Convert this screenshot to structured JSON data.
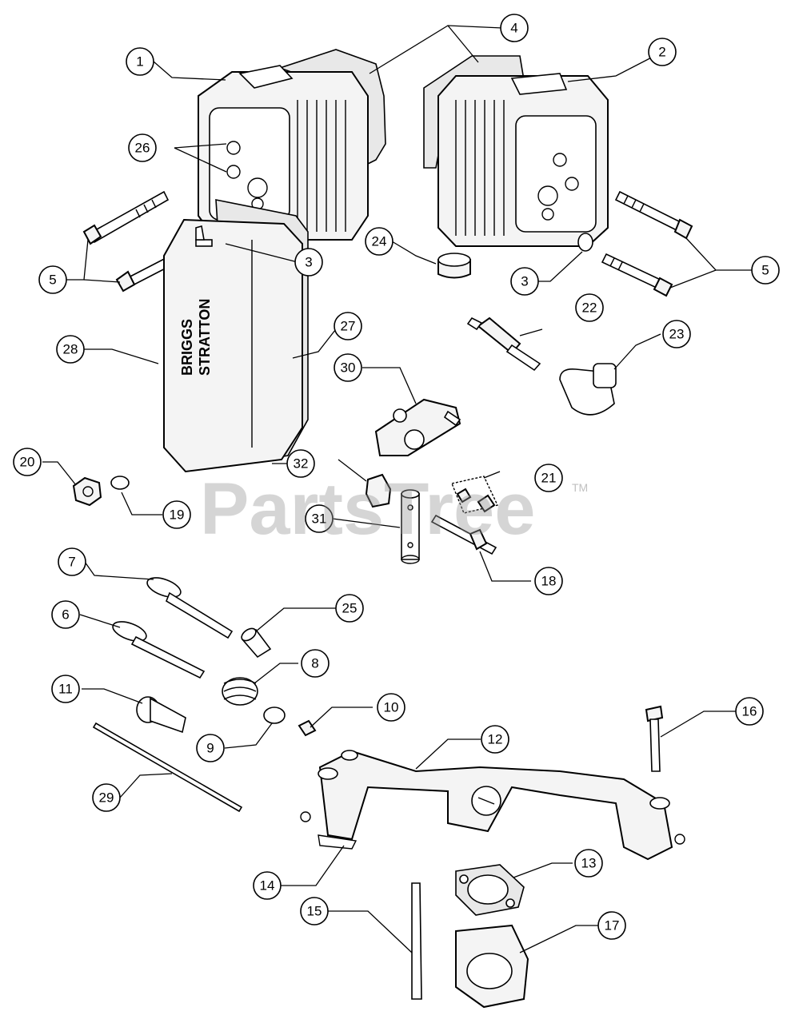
{
  "watermark": {
    "text": "PartsTree",
    "tm": "TM"
  },
  "cover_brand": {
    "line1": "BRIGGS",
    "line2": "STRATTON"
  },
  "callouts": [
    {
      "id": "c1",
      "label": "1"
    },
    {
      "id": "c2",
      "label": "2"
    },
    {
      "id": "c3a",
      "label": "3"
    },
    {
      "id": "c3b",
      "label": "3"
    },
    {
      "id": "c4",
      "label": "4"
    },
    {
      "id": "c5a",
      "label": "5"
    },
    {
      "id": "c5b",
      "label": "5"
    },
    {
      "id": "c6",
      "label": "6"
    },
    {
      "id": "c7",
      "label": "7"
    },
    {
      "id": "c8",
      "label": "8"
    },
    {
      "id": "c9",
      "label": "9"
    },
    {
      "id": "c10",
      "label": "10"
    },
    {
      "id": "c11",
      "label": "11"
    },
    {
      "id": "c12",
      "label": "12"
    },
    {
      "id": "c13",
      "label": "13"
    },
    {
      "id": "c14",
      "label": "14"
    },
    {
      "id": "c15",
      "label": "15"
    },
    {
      "id": "c16",
      "label": "16"
    },
    {
      "id": "c17",
      "label": "17"
    },
    {
      "id": "c18",
      "label": "18"
    },
    {
      "id": "c19",
      "label": "19"
    },
    {
      "id": "c20",
      "label": "20"
    },
    {
      "id": "c21",
      "label": "21"
    },
    {
      "id": "c22",
      "label": "22"
    },
    {
      "id": "c23",
      "label": "23"
    },
    {
      "id": "c24",
      "label": "24"
    },
    {
      "id": "c25",
      "label": "25"
    },
    {
      "id": "c26",
      "label": "26"
    },
    {
      "id": "c27",
      "label": "27"
    },
    {
      "id": "c28",
      "label": "28"
    },
    {
      "id": "c29",
      "label": "29"
    },
    {
      "id": "c30",
      "label": "30"
    },
    {
      "id": "c31",
      "label": "31"
    },
    {
      "id": "c32",
      "label": "32"
    }
  ]
}
